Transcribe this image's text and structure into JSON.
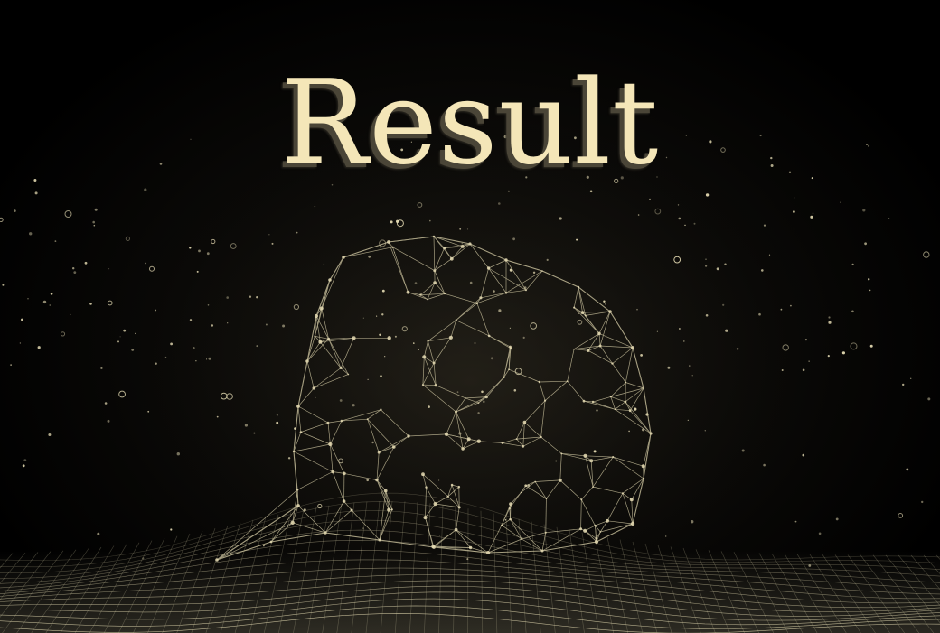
{
  "title": "Result",
  "colors": {
    "background": "#000000",
    "title_text": "#f4e6b8",
    "title_shadow": "#4a4537",
    "mesh_lines": "#d8cfa8",
    "particles": "#e6dcb4"
  },
  "icons": [
    "handshake-mesh-illustration",
    "particle-field",
    "wave-grid"
  ]
}
